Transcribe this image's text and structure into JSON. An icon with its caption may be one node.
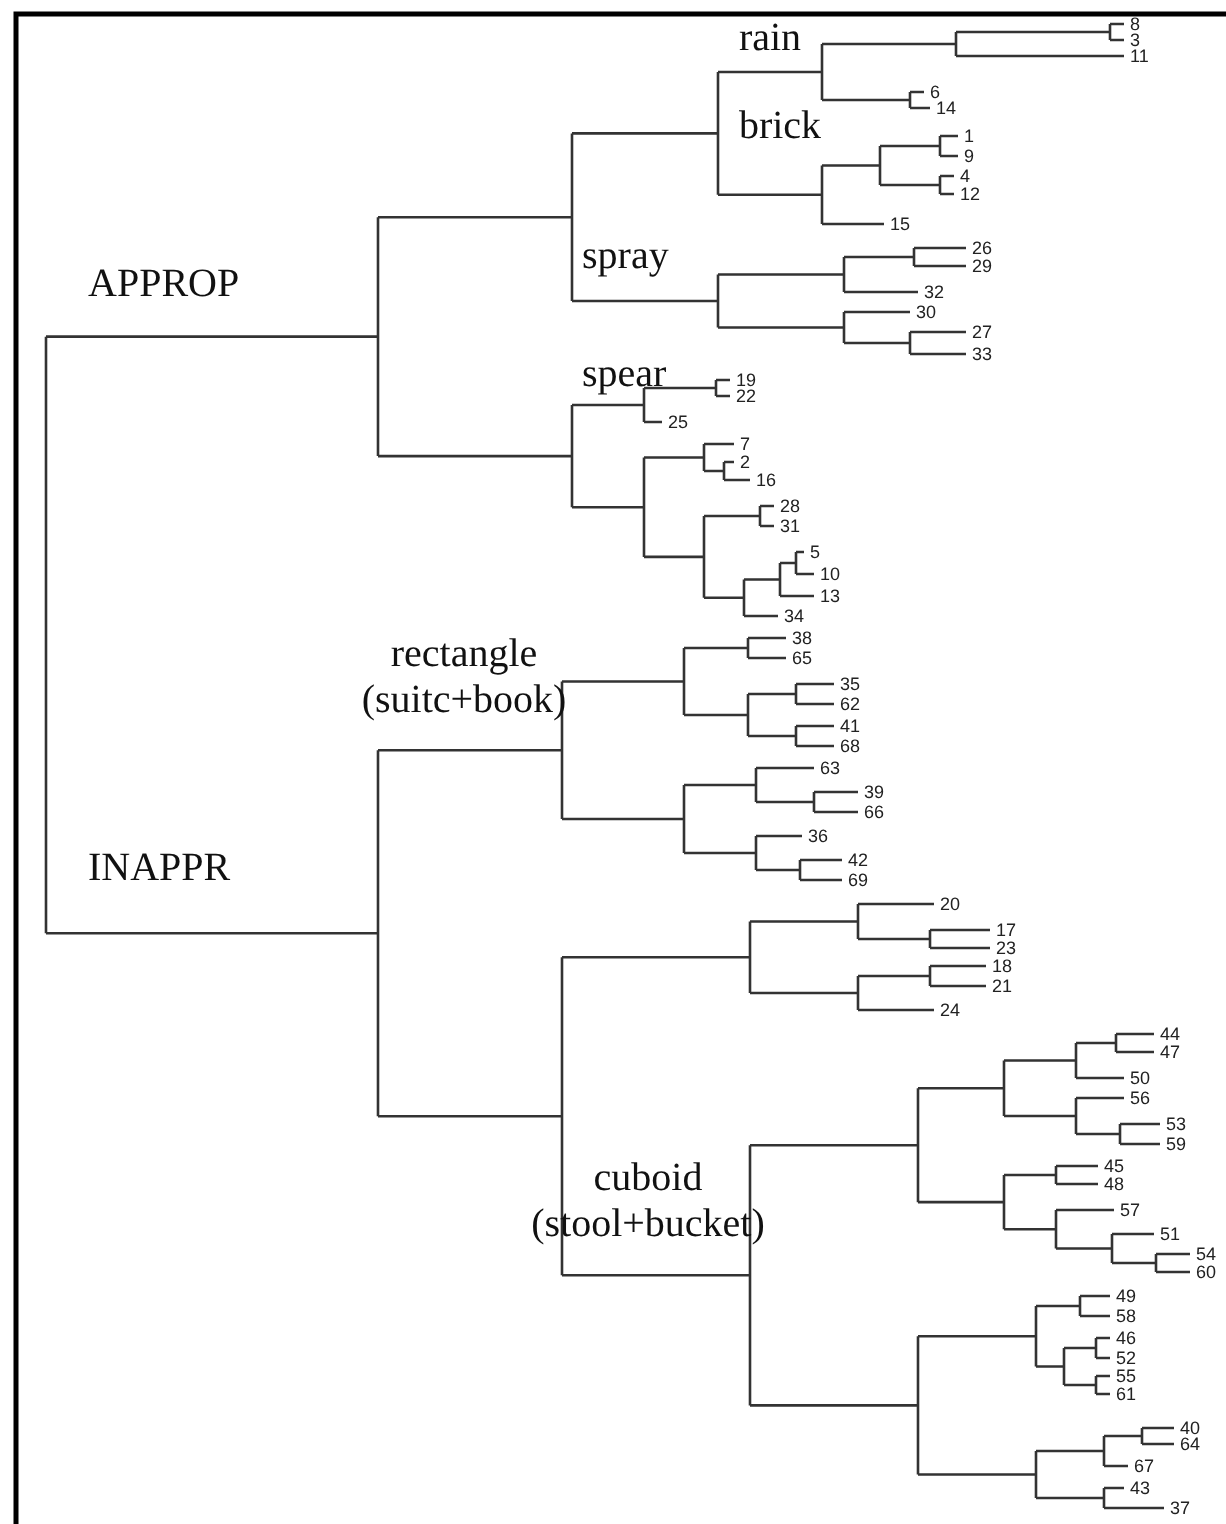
{
  "diagram": {
    "labels": [
      "rain",
      "brick",
      "APPROP",
      "spray",
      "spear",
      "rectangle (suitc+book)",
      "INAPPR",
      "cuboid (stool+bucket)",
      "8",
      "3",
      "11",
      "6",
      "14",
      "1",
      "9",
      "4",
      "12",
      "15",
      "26",
      "29",
      "32",
      "30",
      "27",
      "33",
      "19",
      "22",
      "25",
      "7",
      "2",
      "16",
      "28",
      "31",
      "5",
      "10",
      "13",
      "34",
      "38",
      "65",
      "35",
      "62",
      "41",
      "68",
      "63",
      "39",
      "66",
      "36",
      "42",
      "69",
      "20",
      "17",
      "23",
      "18",
      "21",
      "24",
      "44",
      "47",
      "50",
      "56",
      "53",
      "59",
      "45",
      "48",
      "57",
      "51",
      "54",
      "60",
      "49",
      "58",
      "46",
      "52",
      "55",
      "61",
      "40",
      "64",
      "67",
      "43",
      "37"
    ]
  }
}
